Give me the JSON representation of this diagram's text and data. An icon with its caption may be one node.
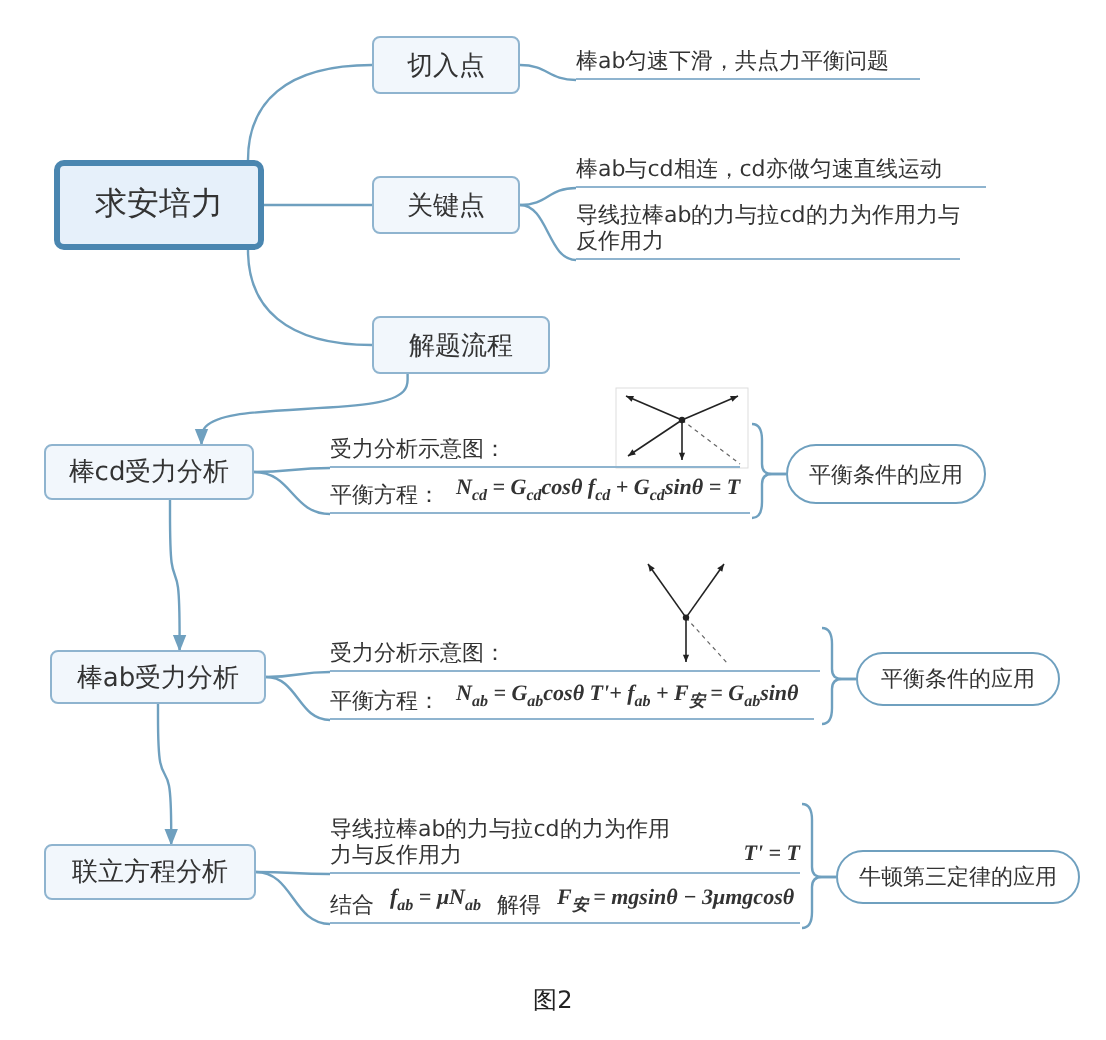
{
  "diagram": {
    "caption": "图2",
    "nodes": [
      {
        "text": [
          "求安培力"
        ]
      },
      {
        "text": [
          "切入点"
        ]
      },
      {
        "text": [
          "关键点"
        ]
      },
      {
        "text": [
          "解题流程"
        ]
      },
      {
        "text": [
          "棒ab匀速下滑，共点力平衡问题"
        ]
      },
      {
        "text": [
          "棒ab与cd相连，cd亦做匀速直线运动"
        ]
      },
      {
        "text": [
          "导线拉棒ab的力与拉cd的力为作用力与反作用力"
        ]
      },
      {
        "text": [
          "棒cd受力分析"
        ]
      },
      {
        "text": [
          "受力分析示意图："
        ]
      },
      {
        "text": [
          "平衡方程：",
          "N$_{cd}$ = G$_{cd}$cosθ  f$_{cd}$ + G$_{cd}$sinθ = T"
        ]
      },
      {
        "text": [
          "平衡条件的应用"
        ]
      },
      {
        "text": [
          "棒ab受力分析"
        ]
      },
      {
        "text": [
          "受力分析示意图："
        ]
      },
      {
        "text": [
          "平衡方程：",
          "N$_{ab}$ = G$_{ab}$cosθ  T'+ f$_{ab}$ + F$_{安}$ = G$_{ab}$sinθ"
        ]
      },
      {
        "text": [
          "平衡条件的应用"
        ]
      },
      {
        "text": [
          "联立方程分析"
        ]
      },
      {
        "text": [
          "导线拉棒ab的力与拉cd的力为作用力与反作用力",
          "T' = T"
        ]
      },
      {
        "text": [
          "结合",
          "f$_{ab}$ = μN$_{ab}$",
          "解得",
          "F$_{安}$ = mgsinθ − 3μmgcosθ"
        ]
      },
      {
        "text": [
          "牛顿第三定律的应用"
        ]
      }
    ],
    "edges": [
      {
        "from": 0,
        "to": 1,
        "arrow": "none"
      },
      {
        "from": 0,
        "to": 2,
        "arrow": "none"
      },
      {
        "from": 0,
        "to": 3,
        "arrow": "none"
      },
      {
        "from": 1,
        "to": 4,
        "arrow": "none"
      },
      {
        "from": 2,
        "to": 5,
        "arrow": "none"
      },
      {
        "from": 2,
        "to": 6,
        "arrow": "none"
      },
      {
        "from": 3,
        "to": 7,
        "arrow": "to"
      },
      {
        "from": 7,
        "to": 8,
        "arrow": "none"
      },
      {
        "from": 7,
        "to": 9,
        "arrow": "none"
      },
      {
        "from": 8,
        "to": 10,
        "arrow": "none"
      },
      {
        "from": 9,
        "to": 10,
        "arrow": "none"
      },
      {
        "from": 7,
        "to": 11,
        "arrow": "to"
      },
      {
        "from": 11,
        "to": 12,
        "arrow": "none"
      },
      {
        "from": 11,
        "to": 13,
        "arrow": "none"
      },
      {
        "from": 12,
        "to": 14,
        "arrow": "none"
      },
      {
        "from": 13,
        "to": 14,
        "arrow": "none"
      },
      {
        "from": 11,
        "to": 15,
        "arrow": "to"
      },
      {
        "from": 15,
        "to": 16,
        "arrow": "none"
      },
      {
        "from": 15,
        "to": 17,
        "arrow": "none"
      },
      {
        "from": 16,
        "to": 18,
        "arrow": "none"
      },
      {
        "from": 17,
        "to": 18,
        "arrow": "none"
      }
    ]
  }
}
